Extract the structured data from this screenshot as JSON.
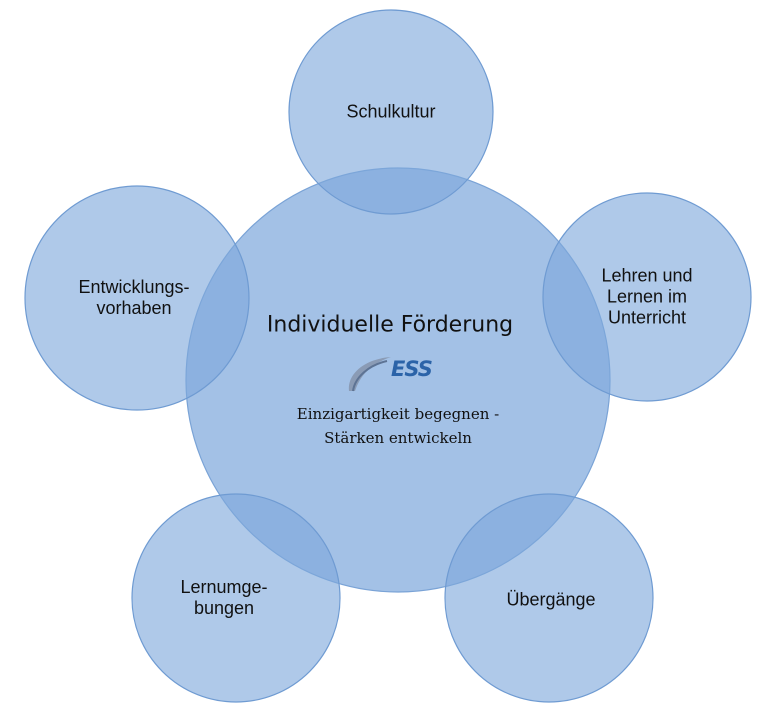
{
  "center": {
    "title": "Individuelle Förderung",
    "subtitle": "Einzigartigkeit begegnen -\nStärken entwickeln",
    "logo_text": "ESS"
  },
  "satellites": {
    "schulkultur": "Schulkultur",
    "entwicklungsvorhaben": "Entwicklungs-\nvorhaben",
    "lehren_lernen": "Lehren und\nLernen im\nUnterricht",
    "lernumgebungen": "Lernumge-\nbungen",
    "uebergaenge": "Übergänge"
  },
  "colors": {
    "circle_fill": "#7ea8dc",
    "logo": "#2b63a8"
  }
}
